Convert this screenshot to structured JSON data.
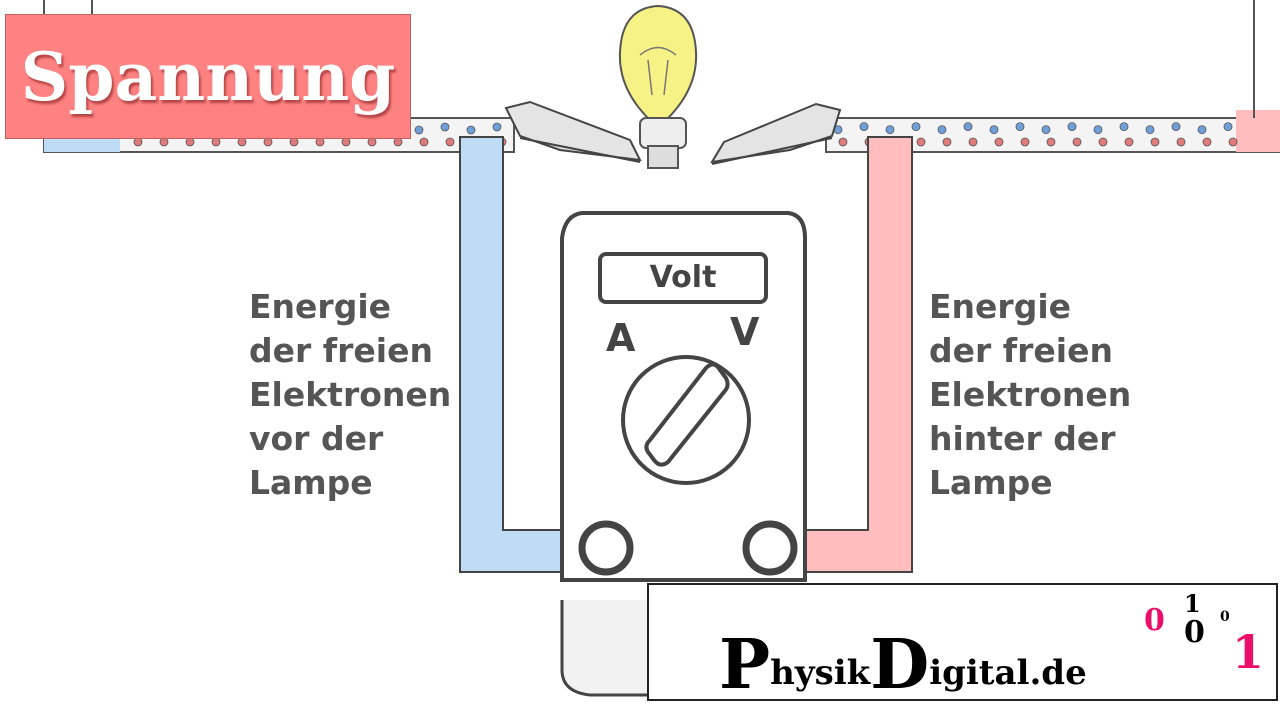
{
  "title": "Spannung",
  "meter": {
    "display_label": "Volt",
    "left_port": "A",
    "right_port": "V"
  },
  "left_text": "Energie\nder freien\nElektronen\nvor der\nLampe",
  "right_text": "Energie\nder freien\nElektronen\nhinter der\nLampe",
  "logo": {
    "p": "P",
    "hysik": "hysik",
    "d": "D",
    "igital": "igital.de",
    "digits": [
      "0",
      "0",
      "1",
      "0",
      "1"
    ]
  },
  "colors": {
    "title_bg": "#ff8282",
    "wire_minus": "#bfdcf7",
    "wire_plus": "#ffbdbd",
    "bulb": "#f7f285",
    "logo_accent": "#e8106a",
    "text": "#555555"
  }
}
